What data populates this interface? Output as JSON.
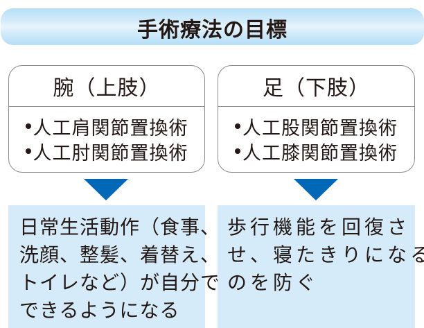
{
  "title": "手術療法の目標",
  "colors": {
    "banner_gradient_edge": "#b5def6",
    "banner_gradient_center": "#e8f4fc",
    "arrow": "#0068b7",
    "goal_box_bg": "#d5ebf9",
    "border": "#8a8a8a",
    "text": "#231815"
  },
  "columns": [
    {
      "header": "腕（上肢）",
      "procedures": [
        "人工肩関節置換術",
        "人工肘関節置換術"
      ],
      "goal_lines": [
        "日常生活動作（食事、",
        "洗顔、整髪、着替え、",
        "トイレなど）が自分で",
        "できるようになる"
      ]
    },
    {
      "header": "足（下肢）",
      "procedures": [
        "人工股関節置換術",
        "人工膝関節置換術"
      ],
      "goal_lines": [
        "歩行機能を回復さ",
        "せ、寝たきりになる",
        "のを防ぐ"
      ]
    }
  ]
}
